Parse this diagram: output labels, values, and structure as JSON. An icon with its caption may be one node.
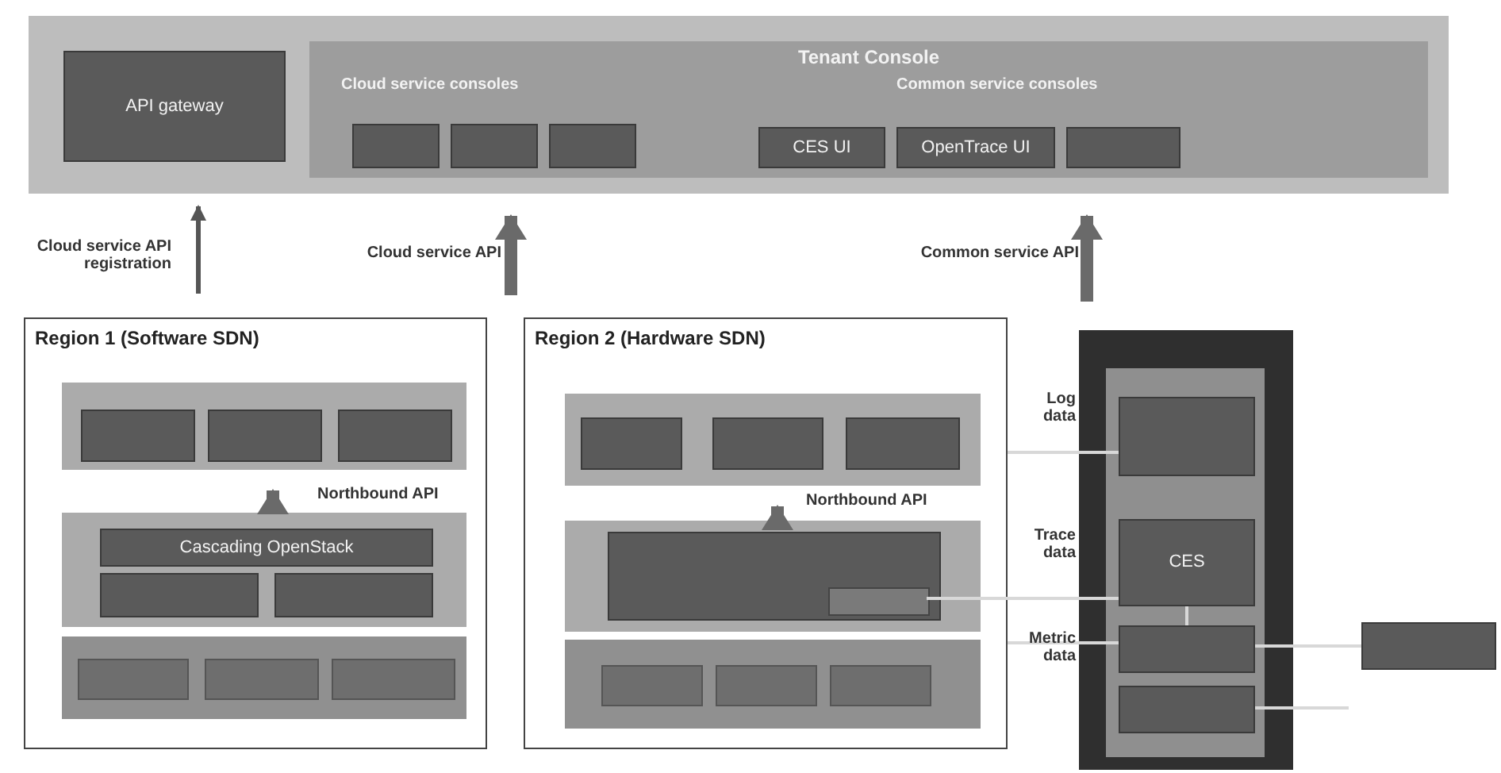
{
  "diagram": {
    "nodes": [
      {
        "text": [],
        "shape": "box"
      },
      {
        "text": [
          "API gateway"
        ],
        "in": 0
      },
      {
        "text": [
          "Tenant Console",
          "Cloud service consoles",
          "Common service consoles"
        ],
        "in": 0
      },
      {
        "text": [],
        "shape": "box",
        "in": 2
      },
      {
        "text": [],
        "shape": "box",
        "in": 2
      },
      {
        "text": [],
        "shape": "box",
        "in": 2
      },
      {
        "text": [
          "CES UI"
        ],
        "in": 2
      },
      {
        "text": [
          "OpenTrace UI"
        ],
        "in": 2
      },
      {
        "text": [],
        "shape": "box",
        "in": 2
      },
      {
        "text": [
          "Region 1 (Software SDN)"
        ]
      },
      {
        "text": [],
        "shape": "box",
        "in": 9
      },
      {
        "text": [],
        "shape": "box",
        "in": 10
      },
      {
        "text": [],
        "shape": "box",
        "in": 10
      },
      {
        "text": [],
        "shape": "box",
        "in": 10
      },
      {
        "text": [],
        "shape": "box",
        "in": 9
      },
      {
        "text": [
          "Cascading OpenStack"
        ],
        "in": 14
      },
      {
        "text": [],
        "shape": "box",
        "in": 14
      },
      {
        "text": [],
        "shape": "box",
        "in": 14
      },
      {
        "text": [],
        "shape": "box",
        "in": 9
      },
      {
        "text": [],
        "shape": "box",
        "in": 18
      },
      {
        "text": [],
        "shape": "box",
        "in": 18
      },
      {
        "text": [],
        "shape": "box",
        "in": 18
      },
      {
        "text": [
          "Region 2 (Hardware SDN)"
        ]
      },
      {
        "text": [],
        "shape": "box",
        "in": 22
      },
      {
        "text": [],
        "shape": "box",
        "in": 23
      },
      {
        "text": [],
        "shape": "box",
        "in": 23
      },
      {
        "text": [],
        "shape": "box",
        "in": 23
      },
      {
        "text": [],
        "shape": "box",
        "in": 22
      },
      {
        "text": [],
        "shape": "box",
        "in": 27
      },
      {
        "text": [],
        "shape": "box",
        "in": 28
      },
      {
        "text": [],
        "shape": "box",
        "in": 22
      },
      {
        "text": [],
        "shape": "box",
        "in": 30
      },
      {
        "text": [],
        "shape": "box",
        "in": 30
      },
      {
        "text": [],
        "shape": "box",
        "in": 30
      },
      {
        "text": [],
        "shape": "box"
      },
      {
        "text": [],
        "shape": "box",
        "in": 34
      },
      {
        "text": [],
        "shape": "box",
        "in": 35
      },
      {
        "text": [
          "CES"
        ],
        "in": 35
      },
      {
        "text": [],
        "shape": "box",
        "in": 35
      },
      {
        "text": [],
        "shape": "box",
        "in": 35
      },
      {
        "text": [],
        "shape": "box"
      }
    ],
    "edges": [
      {
        "from": null,
        "to": 0,
        "arrow": "to",
        "label": "Cloud service API registration",
        "color": "#555555"
      },
      {
        "from": null,
        "to": 0,
        "arrow": "to",
        "label": "Cloud service API",
        "style": "thick",
        "color": "#6a6a6a"
      },
      {
        "from": null,
        "to": 0,
        "arrow": "to",
        "label": "Common service API",
        "style": "thick",
        "color": "#6a6a6a"
      },
      {
        "from": 14,
        "to": 10,
        "arrow": "to",
        "style": "thick",
        "color": "#6a6a6a"
      },
      {
        "from": 27,
        "to": 23,
        "arrow": "to",
        "style": "thick",
        "color": "#6a6a6a"
      },
      {
        "from": 22,
        "to": 36,
        "arrow": "none",
        "label": "Log data"
      },
      {
        "from": 29,
        "to": 37,
        "arrow": "none",
        "label": "Trace data"
      },
      {
        "from": 22,
        "to": 38,
        "arrow": "none",
        "label": "Metric data"
      },
      {
        "from": 37,
        "to": 38,
        "arrow": "none"
      },
      {
        "from": 38,
        "to": 40,
        "arrow": "none"
      },
      {
        "from": 39,
        "to": null,
        "arrow": "none"
      }
    ],
    "labels": [
      "Northbound API",
      "Northbound API"
    ]
  }
}
